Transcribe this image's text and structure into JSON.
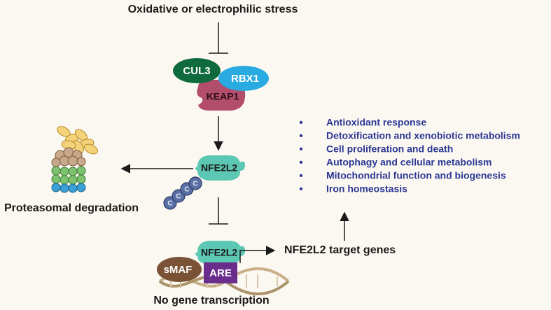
{
  "diagram": {
    "top_label": "Oxidative or electrophilic stress",
    "complex": {
      "cul3": "CUL3",
      "rbx1": "RBX1",
      "keap1": "KEAP1"
    },
    "nfe2l2_upper": "NFE2L2",
    "proteasome_label": "Proteasomal degradation",
    "nucleus": {
      "nfe2l2": "NFE2L2",
      "smaf": "sMAF",
      "are": "ARE"
    },
    "no_transcription_label": "No gene transcription",
    "target_genes_label": "NFE2L2 target genes",
    "functions": [
      "Antioxidant response",
      "Detoxification and xenobiotic metabolism",
      "Cell proliferation and death",
      "Autophagy and cellular metabolism",
      "Mitochondrial function and biogenesis",
      "Iron homeostasis"
    ],
    "bullet_glyph": "•",
    "colors": {
      "background": "#fbf8f1",
      "cul3": "#0f6a3e",
      "rbx1": "#29aae1",
      "keap1": "#b24d6c",
      "nfe2l2": "#5cc7b2",
      "smaf": "#7a5236",
      "are": "#6a2d8c",
      "function_text": "#2b3794",
      "ubiquitin": "#5a6fa6"
    }
  }
}
